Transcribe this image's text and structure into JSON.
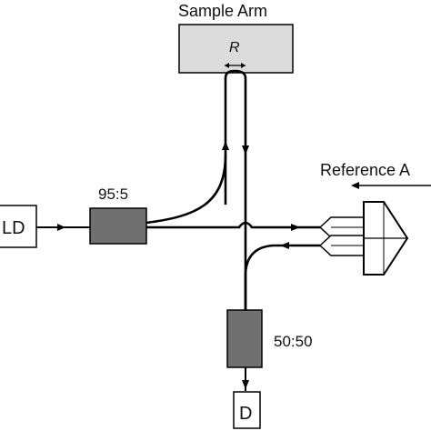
{
  "labels": {
    "sample_arm": "Sample Arm",
    "r_symbol": "R",
    "reference_arm": "Reference A",
    "coupler_95_5": "95:5",
    "coupler_50_50": "50:50",
    "source": "LD",
    "detector": "D"
  },
  "colors": {
    "coupler_fill": "#707070",
    "sample_box_fill": "#dcdcdc",
    "line": "#000000"
  }
}
